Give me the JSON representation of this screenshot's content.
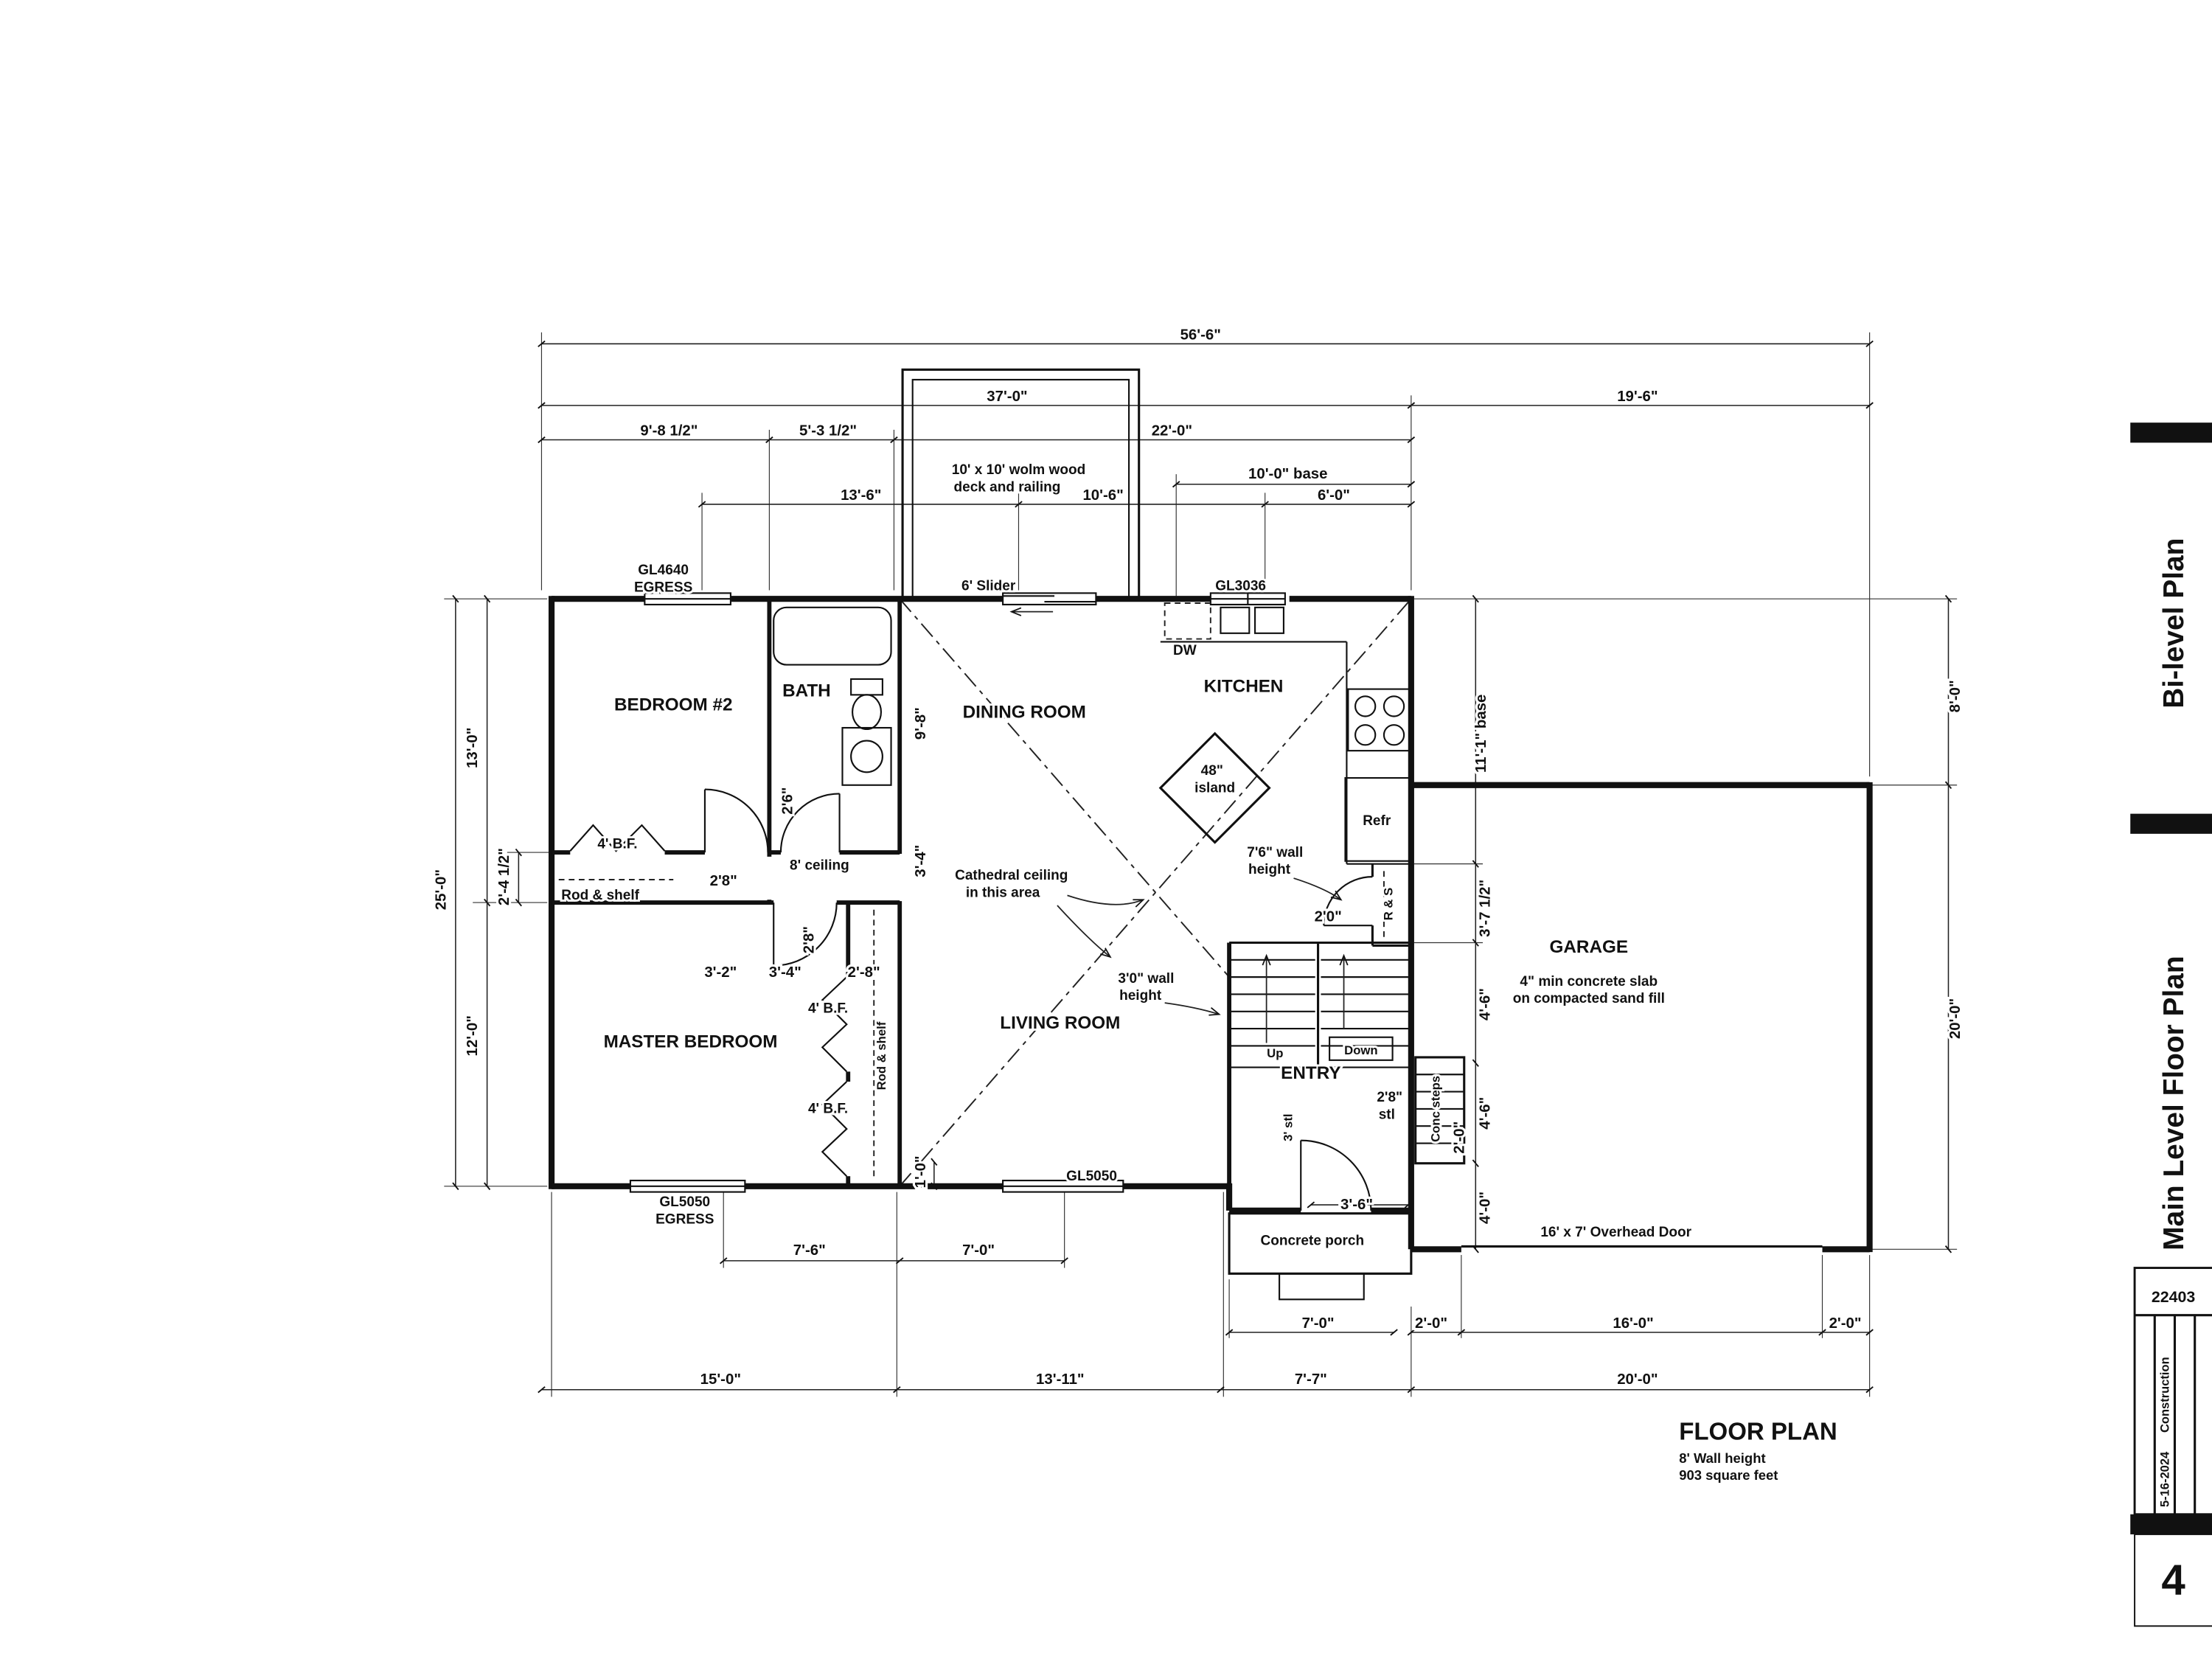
{
  "sheet": {
    "title": "FLOOR PLAN",
    "wall_height": "8' Wall height",
    "area": "903 square feet",
    "plan_type": "Bi-level Plan",
    "sheet_title": "Main Level Floor Plan",
    "project_number": "22403",
    "date": "5-16-2024",
    "phase": "Construction",
    "sheet_number": "4"
  },
  "rooms": {
    "bedroom2": "BEDROOM #2",
    "bath": "BATH",
    "dining": "DINING ROOM",
    "kitchen": "KITCHEN",
    "master": "MASTER BEDROOM",
    "living": "LIVING ROOM",
    "entry": "ENTRY",
    "garage": "GARAGE"
  },
  "features": {
    "deck_line1": "10' x 10' wolm wood",
    "deck_line2": "deck and railing",
    "slider": "6' Slider",
    "gl3036": "GL3036",
    "gl4640": "GL4640",
    "egress": "EGRESS",
    "gl5050": "GL5050",
    "dw": "DW",
    "island_line1": "48\"",
    "island_line2": "island",
    "refr": "Refr",
    "rs": "R & S",
    "rod_shelf": "Rod & shelf",
    "bf4": "4' B.F.",
    "ceiling8": "8' ceiling",
    "cathedral_line1": "Cathedral ceiling",
    "cathedral_line2": "in this area",
    "wall76_line1": "7'6\" wall",
    "wall76_line2": "height",
    "wall30_line1": "3'0\" wall",
    "wall30_line2": "height",
    "up": "Up",
    "down": "Down",
    "stl28_line1": "2'8\"",
    "stl28_line2": "stl",
    "stl3": "3' stl",
    "conc_steps": "Conc steps",
    "slab_line1": "4\" min concrete slab",
    "slab_line2": "on compacted sand fill",
    "overhead": "16' x 7' Overhead Door",
    "porch": "Concrete porch"
  },
  "dims": {
    "ft56_6": "56'-6\"",
    "ft37_0": "37'-0\"",
    "ft19_6": "19'-6\"",
    "ft9_8h": "9'-8 1/2\"",
    "ft5_3h": "5'-3 1/2\"",
    "ft22_0": "22'-0\"",
    "ft13_6": "13'-6\"",
    "ft10_6": "10'-6\"",
    "ft10_0base": "10'-0\" base",
    "ft6_0": "6'-0\"",
    "ft8_0": "8'-0\"",
    "ft11_1base": "11'-1\" base",
    "ft25_0": "25'-0\"",
    "ft13_0": "13'-0\"",
    "ft12_0": "12'-0\"",
    "ft2_4h": "2'-4 1/2\"",
    "ft9_8": "9'-8\"",
    "in2_6": "2'6\"",
    "ft3_4": "3'-4\"",
    "in2_8": "2'8\"",
    "in2_0": "2'0\"",
    "ft3_2": "3'-2\"",
    "ft2_8": "2'-8\"",
    "ft3_7h": "3'-7 1/2\"",
    "ft4_6": "4'-6\"",
    "ft4_0": "4'-0\"",
    "ft2_0": "2'-0\"",
    "ft20_0": "20'-0\"",
    "ft16_0": "16'-0\"",
    "ft7_0": "7'-0\"",
    "ft7_6": "7'-6\"",
    "ft1_0": "1'-0\"",
    "ft3_6": "3'-6\"",
    "ft15_0": "15'-0\"",
    "ft13_11": "13'-11\"",
    "ft7_7": "7'-7\""
  }
}
